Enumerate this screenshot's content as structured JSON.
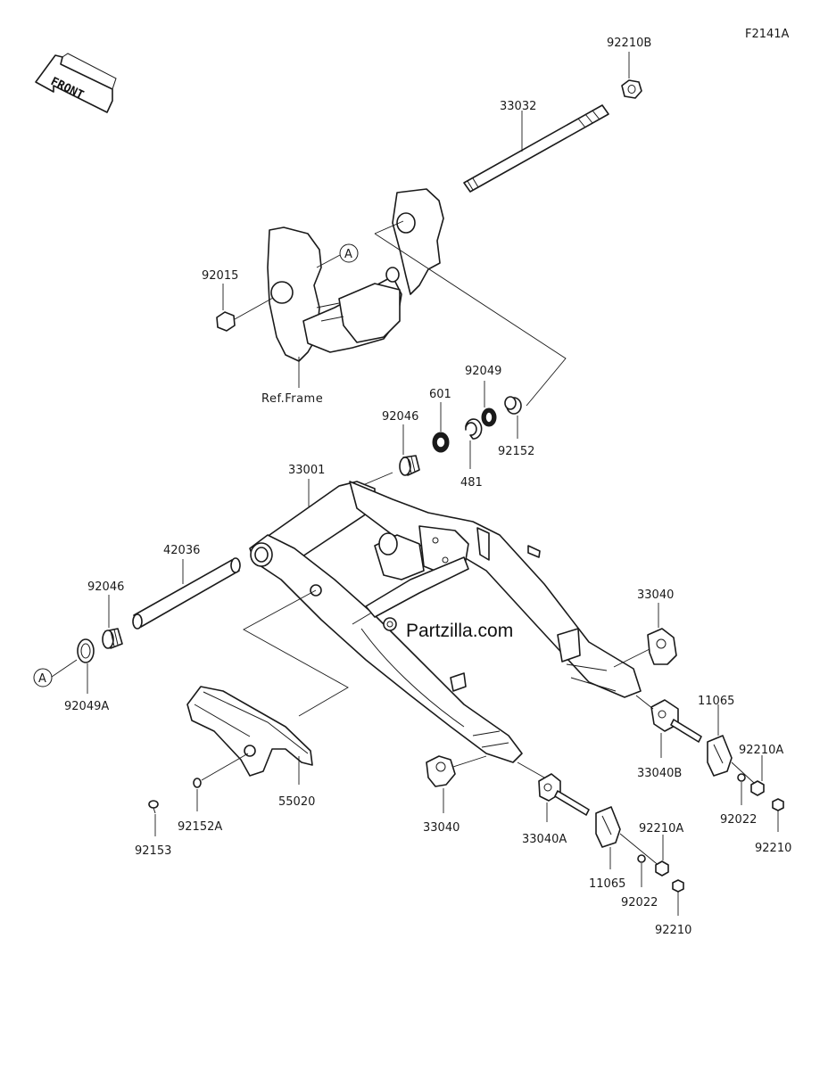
{
  "diagram_code": "F2141A",
  "front_label": "FRONT",
  "watermark": "Partzilla.com",
  "frame_ref": "Ref.Frame",
  "marker_a": "A",
  "parts": {
    "p92210B": "92210B",
    "p33032": "33032",
    "p92015": "92015",
    "p92049": "92049",
    "p601": "601",
    "p92046_top": "92046",
    "p92152": "92152",
    "p481": "481",
    "p33001": "33001",
    "p42036": "42036",
    "p92046_left": "92046",
    "p92049A": "92049A",
    "p33040_right": "33040",
    "p11065_right": "11065",
    "p92210A_right": "92210A",
    "p33040B": "33040B",
    "p92022_right": "92022",
    "p92210_right": "92210",
    "p55020": "55020",
    "p92153": "92153",
    "p92152A": "92152A",
    "p33040_bottom": "33040",
    "p33040A": "33040A",
    "p11065_bottom": "11065",
    "p92210A_bottom": "92210A",
    "p92022_bottom": "92022",
    "p92210_bottom": "92210"
  }
}
